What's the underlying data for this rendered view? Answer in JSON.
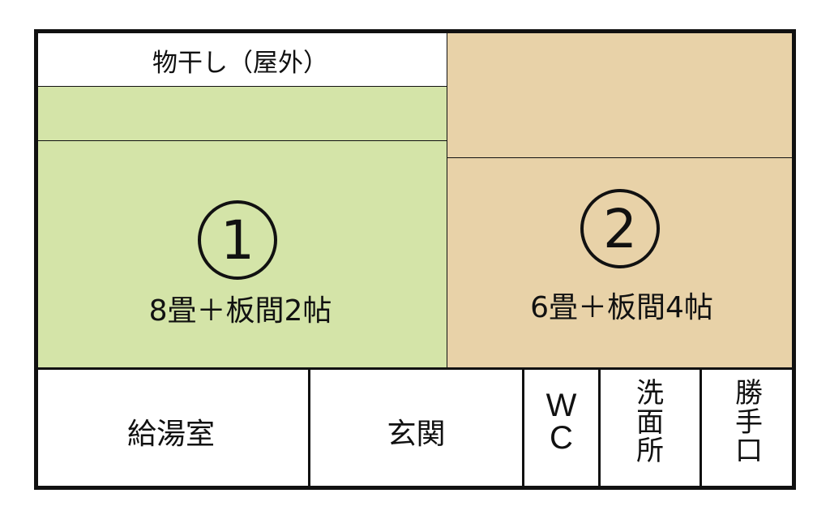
{
  "colors": {
    "room1_fill": "#d4e4a8",
    "room2_fill": "#e8d2a8",
    "wall": "#111111",
    "background": "#ffffff"
  },
  "rooms": {
    "drying": {
      "label": "物干し（屋外）"
    },
    "room1": {
      "number": "1",
      "label": "8畳＋板間2帖"
    },
    "room2": {
      "number": "2",
      "label": "6畳＋板間4帖"
    },
    "kitchenette": {
      "label": "給湯室"
    },
    "entrance": {
      "label": "玄関"
    },
    "wc": {
      "chars": [
        "W",
        "C"
      ]
    },
    "washroom": {
      "chars": [
        "洗",
        "面",
        "所"
      ]
    },
    "backdoor": {
      "chars": [
        "勝",
        "手",
        "口"
      ]
    }
  }
}
